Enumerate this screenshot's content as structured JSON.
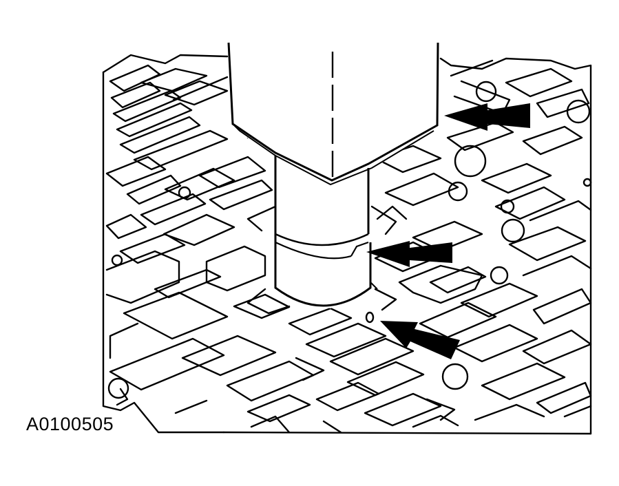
{
  "figure": {
    "id_label": "A0100505",
    "colors": {
      "background": "#ffffff",
      "line": "#000000",
      "arrow_fill": "#000000"
    },
    "parts": {
      "plate": "valve-body-separator-plate",
      "tool": "bushing-installer-tool",
      "bushing": "bushing",
      "hole": "alignment-hole"
    }
  }
}
